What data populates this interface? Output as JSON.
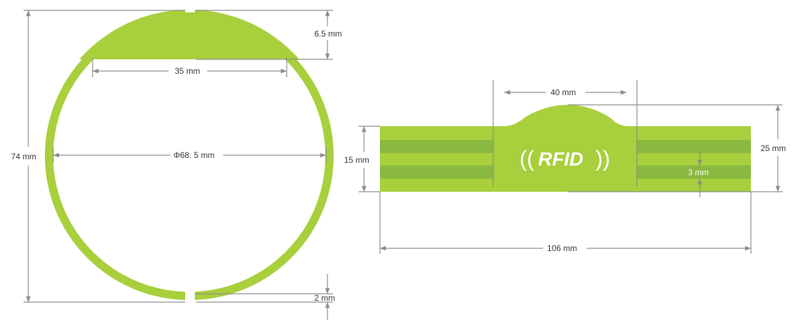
{
  "colors": {
    "band": "#a8cf3c",
    "stripe": "#8ab840",
    "dimension_line": "#8c8c8c"
  },
  "round_view": {
    "height_label": "74 mm",
    "cap_width_label": "35 mm",
    "cap_height_label": "6.5 mm",
    "diameter_label": "Φ68. 5 mm",
    "thickness_label": "2 mm"
  },
  "flat_view": {
    "top_width_label": "40 mm",
    "band_height_label": "15 mm",
    "total_height_label": "25 mm",
    "stripe_label": "3 mm",
    "length_label": "106 mm",
    "logo_text": "RFID",
    "logo_wave_left": "((",
    "logo_wave_right": "))"
  }
}
